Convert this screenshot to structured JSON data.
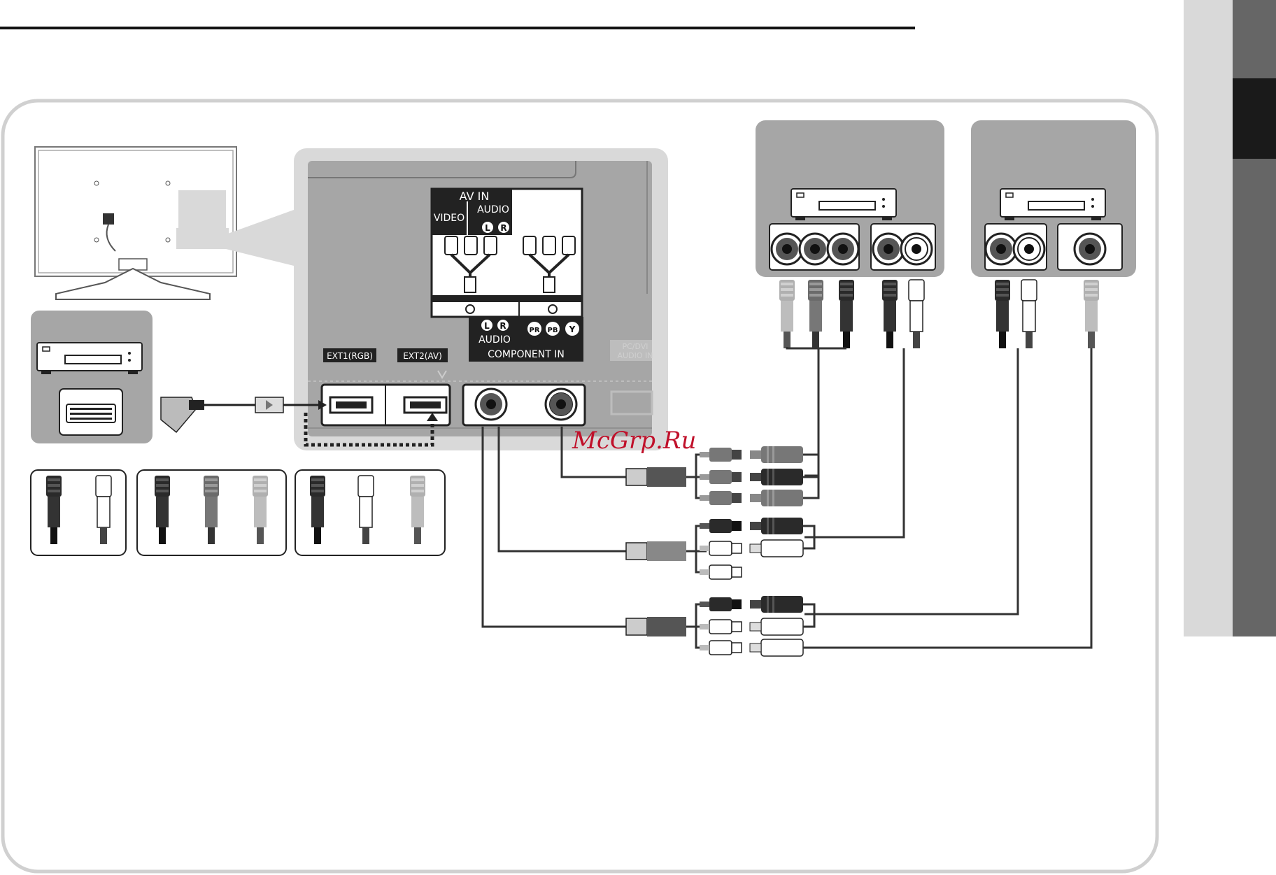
{
  "labels": {
    "av_in": "AV IN",
    "audio": "AUDIO",
    "video": "VIDEO",
    "left": "L",
    "right": "R",
    "audio_bottom": "AUDIO",
    "component_in": "COMPONENT IN",
    "pr": "PR",
    "pb": "PB",
    "y": "Y",
    "ext1": "EXT1(RGB)",
    "ext2": "EXT2(AV)",
    "pc_dvi": "PC/DVI",
    "audio_in": "AUDIO IN"
  },
  "watermark": "McGrp.Ru",
  "colors": {
    "panel_grey": "#a6a6a6",
    "tab_light": "#d9d9d9",
    "tab_dark": "#666666",
    "tab_black": "#1a1a1a",
    "watermark": "#c0102a"
  }
}
